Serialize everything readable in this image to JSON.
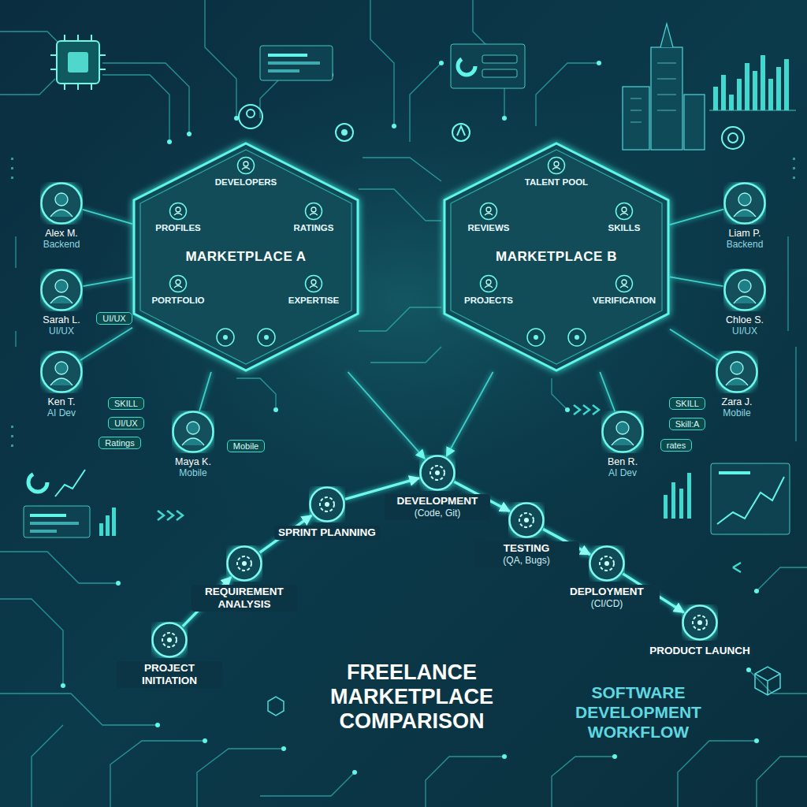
{
  "diagram": {
    "title": "FREELANCE MARKETPLACE COMPARISON",
    "caption": "SOFTWARE DEVELOPMENT WORKFLOW",
    "nodes": [
      {
        "text": [
          "MARKETPLACE A"
        ]
      },
      {
        "text": [
          "DEVELOPERS"
        ],
        "in": 0
      },
      {
        "text": [
          "PROFILES"
        ],
        "in": 0
      },
      {
        "text": [
          "RATINGS"
        ],
        "in": 0
      },
      {
        "text": [
          "PORTFOLIO"
        ],
        "in": 0
      },
      {
        "text": [
          "EXPERTISE"
        ],
        "in": 0
      },
      {
        "text": [
          "MARKETPLACE B"
        ]
      },
      {
        "text": [
          "TALENT POOL"
        ],
        "in": 6
      },
      {
        "text": [
          "REVIEWS"
        ],
        "in": 6
      },
      {
        "text": [
          "SKILLS"
        ],
        "in": 6
      },
      {
        "text": [
          "PROJECTS"
        ],
        "in": 6
      },
      {
        "text": [
          "VERIFICATION"
        ],
        "in": 6
      },
      {
        "text": [
          "Alex M.",
          "Backend"
        ]
      },
      {
        "text": [
          "Sarah L.",
          "UI/UX"
        ]
      },
      {
        "text": [
          "Ken T.",
          "AI Dev"
        ]
      },
      {
        "text": [
          "Maya K.",
          "Mobile"
        ]
      },
      {
        "text": [
          "Liam P.",
          "Backend"
        ]
      },
      {
        "text": [
          "Chloe S.",
          "UI/UX"
        ]
      },
      {
        "text": [
          "Zara J.",
          "Mobile"
        ]
      },
      {
        "text": [
          "Ben R.",
          "AI Dev"
        ]
      },
      {
        "text": [
          "UI/UX"
        ]
      },
      {
        "text": [
          "SKILL"
        ]
      },
      {
        "text": [
          "UI/UX"
        ]
      },
      {
        "text": [
          "Ratings"
        ]
      },
      {
        "text": [
          "Mobile"
        ]
      },
      {
        "text": [
          "SKILL"
        ]
      },
      {
        "text": [
          "Skill:A"
        ]
      },
      {
        "text": [
          "rates"
        ]
      },
      {
        "text": [
          "PROJECT INITIATION"
        ]
      },
      {
        "text": [
          "REQUIREMENT ANALYSIS"
        ]
      },
      {
        "text": [
          "SPRINT PLANNING"
        ]
      },
      {
        "text": [
          "DEVELOPMENT",
          "(Code, Git)"
        ]
      },
      {
        "text": [
          "TESTING",
          "(QA, Bugs)"
        ]
      },
      {
        "text": [
          "DEPLOYMENT",
          "(CI/CD)"
        ]
      },
      {
        "text": [
          "PRODUCT LAUNCH"
        ]
      }
    ],
    "edges": [
      {
        "from": 12,
        "to": 0,
        "arrow": "none"
      },
      {
        "from": 13,
        "to": 0,
        "arrow": "none"
      },
      {
        "from": 14,
        "to": 0,
        "arrow": "none"
      },
      {
        "from": 15,
        "to": 0,
        "arrow": "none"
      },
      {
        "from": 16,
        "to": 6,
        "arrow": "none"
      },
      {
        "from": 17,
        "to": 6,
        "arrow": "none"
      },
      {
        "from": 18,
        "to": 6,
        "arrow": "none"
      },
      {
        "from": 19,
        "to": 6,
        "arrow": "none"
      },
      {
        "from": 0,
        "to": 31,
        "arrow": "to"
      },
      {
        "from": 6,
        "to": 31,
        "arrow": "to"
      },
      {
        "from": 28,
        "to": 29,
        "arrow": "to"
      },
      {
        "from": 29,
        "to": 30,
        "arrow": "to"
      },
      {
        "from": 30,
        "to": 31,
        "arrow": "to"
      },
      {
        "from": 31,
        "to": 32,
        "arrow": "to"
      },
      {
        "from": 32,
        "to": 33,
        "arrow": "to"
      },
      {
        "from": 33,
        "to": 34,
        "arrow": "to"
      }
    ]
  }
}
